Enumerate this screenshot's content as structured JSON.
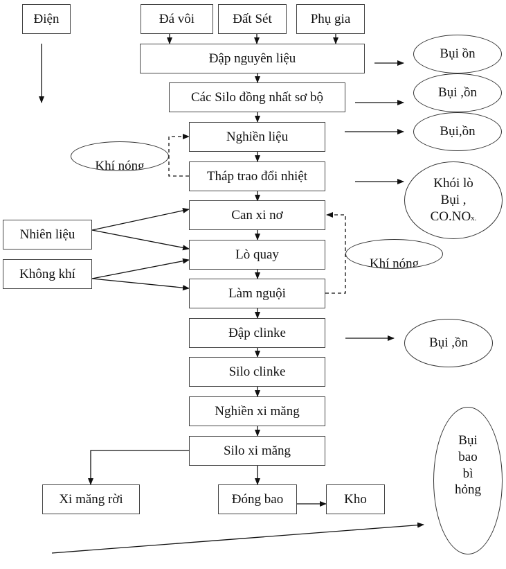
{
  "diagram": {
    "title": "Cement production process flow",
    "inputs": {
      "electricity": "Điện",
      "limestone": "Đá vôi",
      "clay": "Đất Sét",
      "additive": "Phụ gia",
      "fuel": "Nhiên liệu",
      "air": "Không khí"
    },
    "process_steps": [
      "Đập nguyên liệu",
      "Các Silo đồng nhất sơ bộ",
      "Nghiền liệu",
      "Tháp trao đổi nhiệt",
      "Can xi nơ",
      "Lò quay",
      "Làm nguội",
      "Đập clinke",
      "Silo clinke",
      "Nghiền xi măng",
      "Silo xi măng"
    ],
    "outputs": {
      "bulk_cement": "Xi măng rời",
      "bagging": "Đóng bao",
      "warehouse": "Kho"
    },
    "hot_gas": [
      "Khí nóng",
      "Khí nóng"
    ],
    "emissions": {
      "crush": "Bụi ồn",
      "silo": "Bụi ,ồn",
      "grind": "Bụi,ồn",
      "kiln_line1": "Khói lò",
      "kiln_line2": "Bụi ,",
      "kiln_line3_main": "CO.NO",
      "kiln_line3_sub": "x.",
      "clinker_crush": "Bụi ,ồn",
      "packaging": "Bụi\nbao\nbì\nhỏng"
    }
  }
}
